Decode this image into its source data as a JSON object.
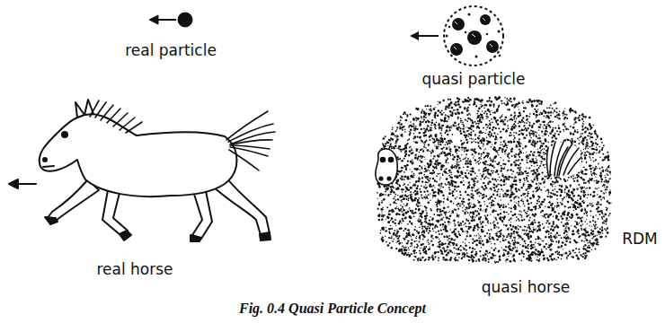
{
  "diagram": {
    "caption": "Fig. 0.4 Quasi Particle Concept",
    "labels": [
      "real particle",
      "quasi particle",
      "real horse",
      "quasi horse",
      "RDM"
    ]
  }
}
